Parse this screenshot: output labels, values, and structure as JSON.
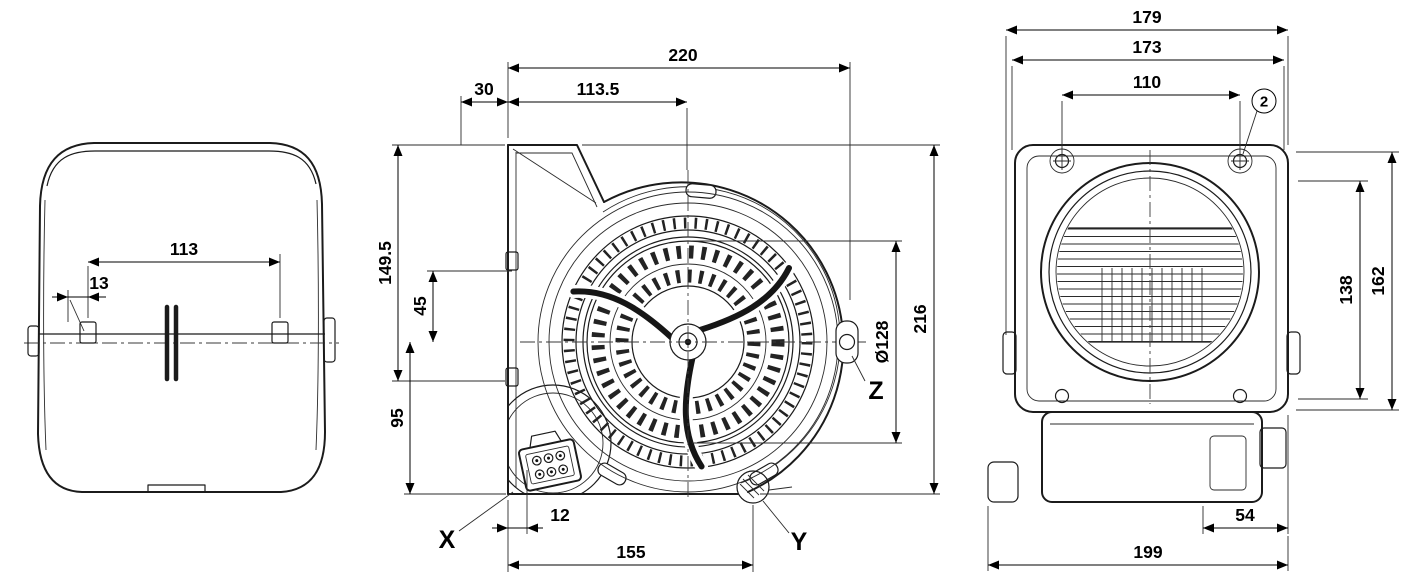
{
  "meta": {
    "line_color": "#1b1b1b",
    "background": "#ffffff"
  },
  "views": {
    "side_left": {
      "dims": {
        "width_113": "113",
        "offset_13": "13"
      }
    },
    "front": {
      "dims": {
        "width_220": "220",
        "offset_30": "30",
        "center_113_5": "113.5",
        "height_149_5": "149.5",
        "height_45": "45",
        "height_95": "95",
        "inlet_dia": "Ø128",
        "height_216": "216",
        "offset_12": "12",
        "width_155": "155"
      },
      "labels": {
        "x": "X",
        "y": "Y",
        "z": "Z"
      }
    },
    "side_right": {
      "dims": {
        "width_179": "179",
        "width_173": "173",
        "width_110": "110",
        "height_138": "138",
        "height_162": "162",
        "offset_54": "54",
        "width_199": "199"
      },
      "callout": "2"
    }
  }
}
